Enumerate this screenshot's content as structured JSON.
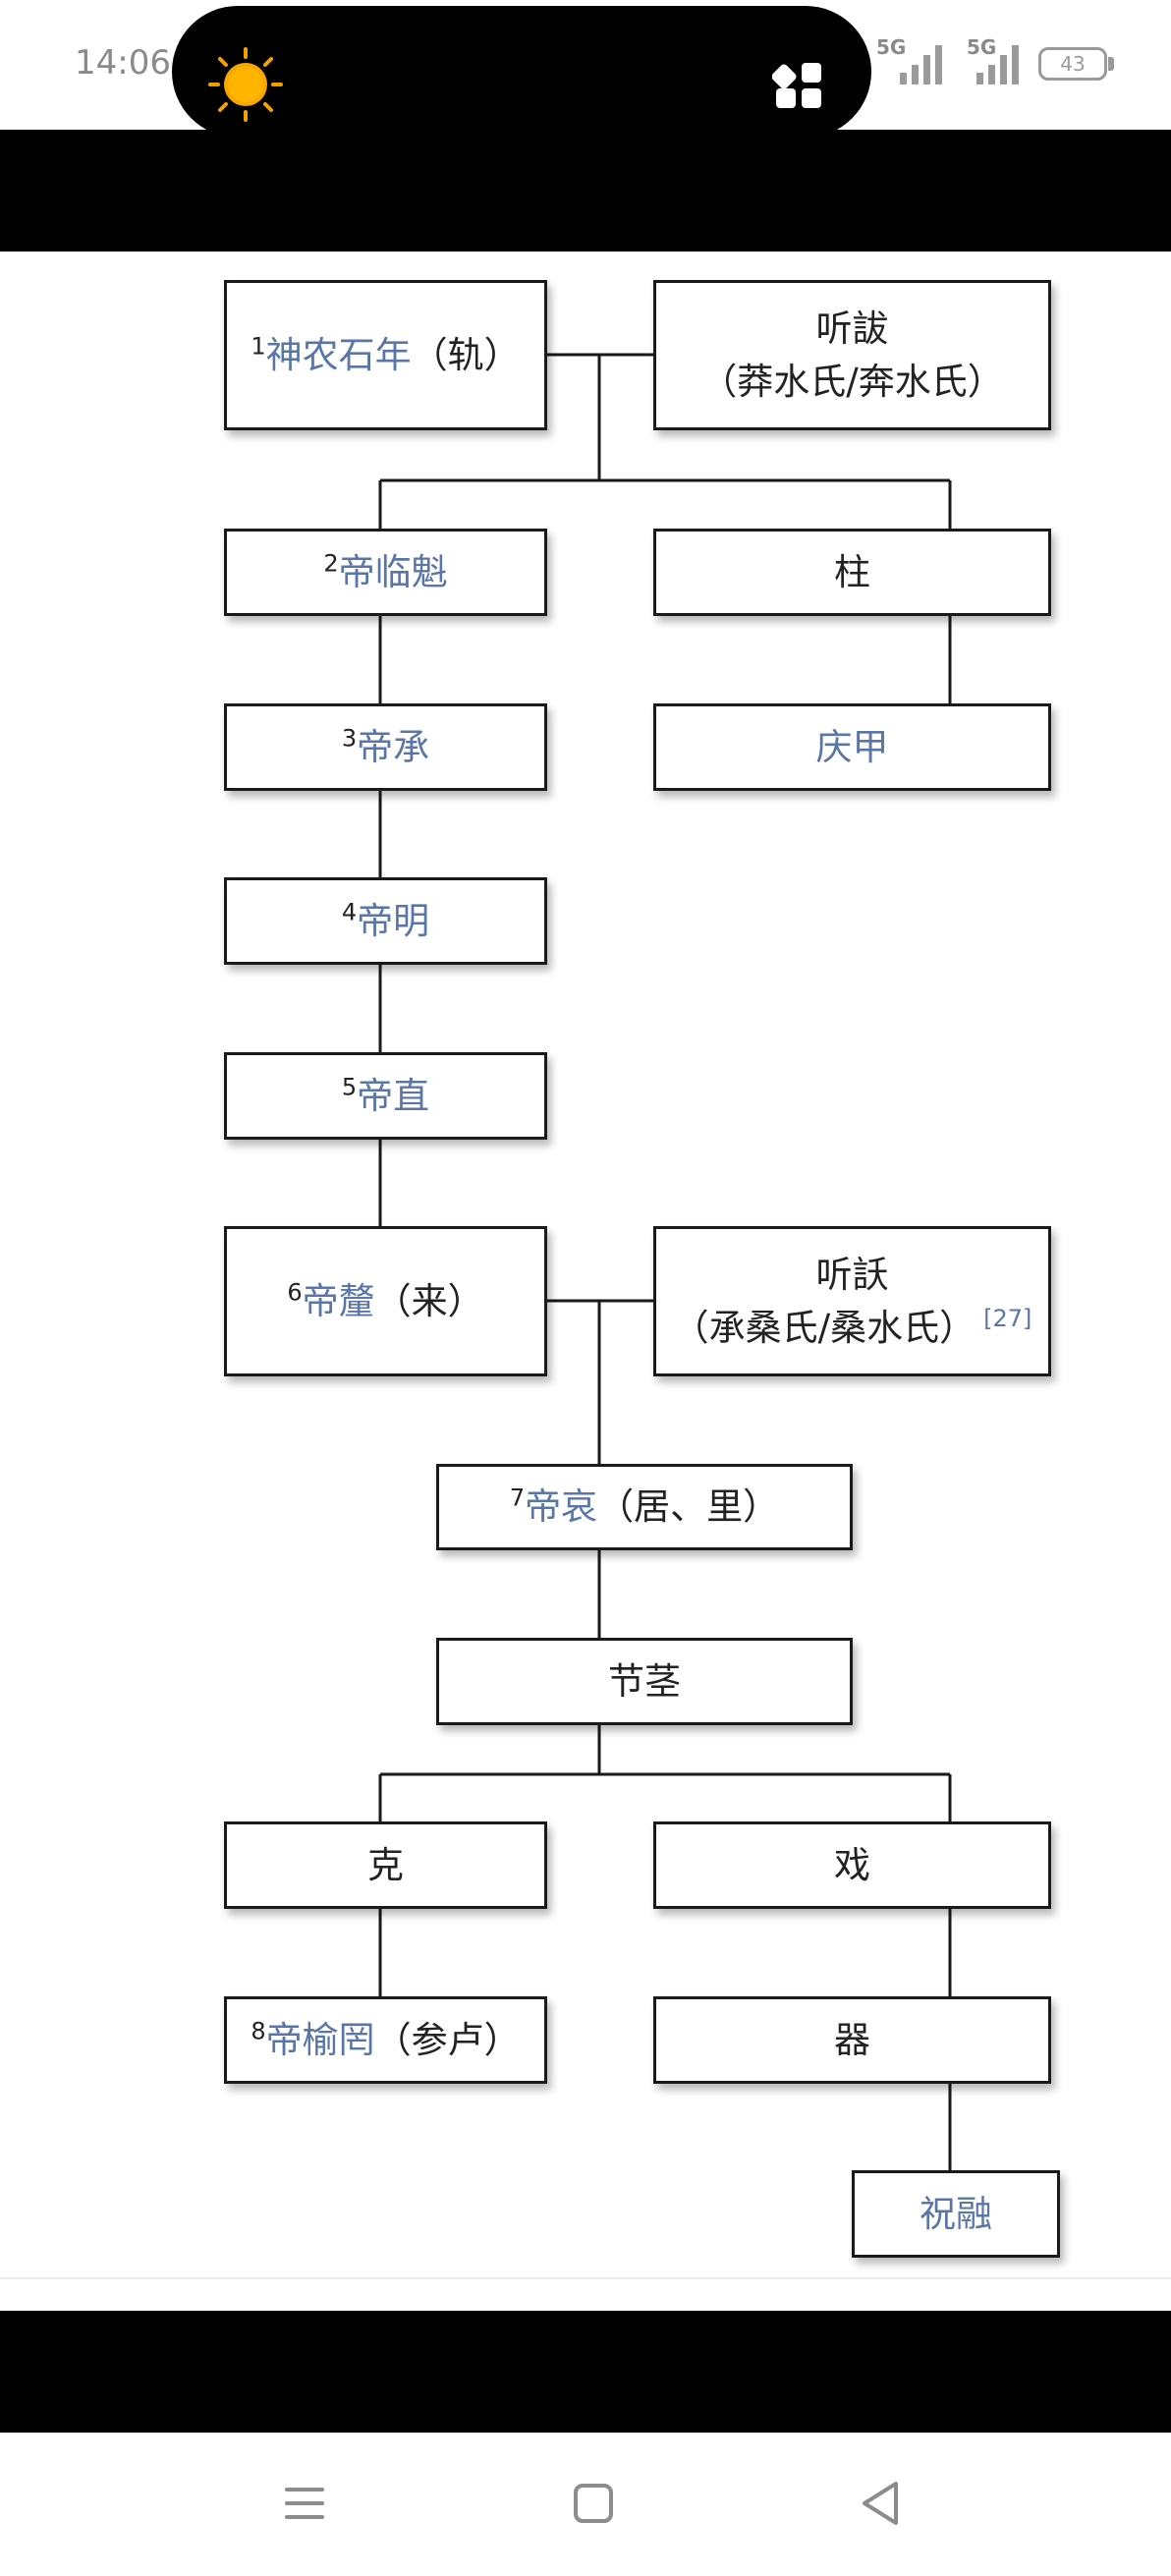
{
  "status_bar": {
    "time": "14:06",
    "network_1": "5G",
    "network_2": "5G",
    "battery": "43",
    "icons": [
      "sun-icon",
      "apps-icon",
      "signal-icon",
      "battery-icon"
    ]
  },
  "diagram": {
    "nodes": {
      "shennong": {
        "num": "1",
        "name": "神农石年",
        "note": "（轨）"
      },
      "tingba": {
        "line1": "听詙",
        "line2": "（莽水氏/奔水氏）"
      },
      "dilinkui": {
        "num": "2",
        "name": "帝临魁"
      },
      "zhu": {
        "name": "柱"
      },
      "dicheng": {
        "num": "3",
        "name": "帝承"
      },
      "qingjia": {
        "name": "庆甲"
      },
      "diming": {
        "num": "4",
        "name": "帝明"
      },
      "dizhi": {
        "num": "5",
        "name": "帝直"
      },
      "dili": {
        "num": "6",
        "name": "帝釐",
        "note": "（来）"
      },
      "tingyao": {
        "line1": "听訞",
        "line2": "（承桑氏/桑水氏）",
        "cite": "[27]"
      },
      "diai": {
        "num": "7",
        "name": "帝哀",
        "note": "（居、里）"
      },
      "jiejing": {
        "name": "节茎"
      },
      "ke": {
        "name": "克"
      },
      "xi": {
        "name": "戏"
      },
      "diyuwang": {
        "num": "8",
        "name": "帝榆罔",
        "note": "（参卢）"
      },
      "qi": {
        "name": "器"
      },
      "zhurong": {
        "name": "祝融"
      }
    }
  },
  "nav_bar": {
    "icons": [
      "menu-icon",
      "home-icon",
      "back-icon"
    ]
  },
  "colors": {
    "link": "#5a76a8",
    "text": "#222222",
    "border": "#1a1a1a",
    "black_band": "#000000"
  }
}
